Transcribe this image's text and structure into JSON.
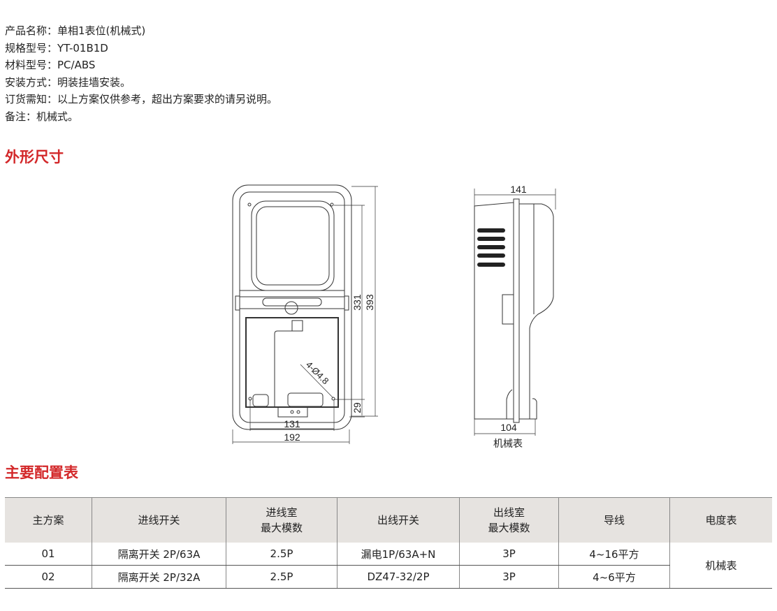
{
  "info": [
    {
      "label": "产品名称：",
      "value": "单相1表位(机械式)"
    },
    {
      "label": "规格型号：",
      "value": "YT-01B1D"
    },
    {
      "label": "材料型号：",
      "value": "PC/ABS"
    },
    {
      "label": "安装方式：",
      "value": "明装挂墙安装。"
    },
    {
      "label": "订货需知：",
      "value": "以上方案仅供参考，超出方案要求的请另说明。"
    },
    {
      "label": "备注：",
      "value": "机械式。"
    }
  ],
  "sections": {
    "dimensions": "外形尺寸",
    "config": "主要配置表"
  },
  "drawing": {
    "front": {
      "height_inner": "331",
      "height_total": "393",
      "bottom": "29",
      "width_inner": "131",
      "width_total": "192",
      "hole": "4-Ø4.8"
    },
    "side": {
      "depth_top": "141",
      "depth_bottom": "104",
      "caption": "机械表"
    }
  },
  "table": {
    "headers": [
      "主方案",
      "进线开关",
      "进线室\n最大模数",
      "出线开关",
      "出线室\n最大模数",
      "导线",
      "电度表"
    ],
    "rows": [
      [
        "01",
        "隔离开关 2P/63A",
        "2.5P",
        "漏电1P/63A+N",
        "3P",
        "4~16平方"
      ],
      [
        "02",
        "隔离开关 2P/32A",
        "2.5P",
        "DZ47-32/2P",
        "3P",
        "4~6平方"
      ]
    ],
    "meter": "机械表"
  },
  "colors": {
    "accent": "#d3282a",
    "header_bg": "#e6e3e0"
  }
}
